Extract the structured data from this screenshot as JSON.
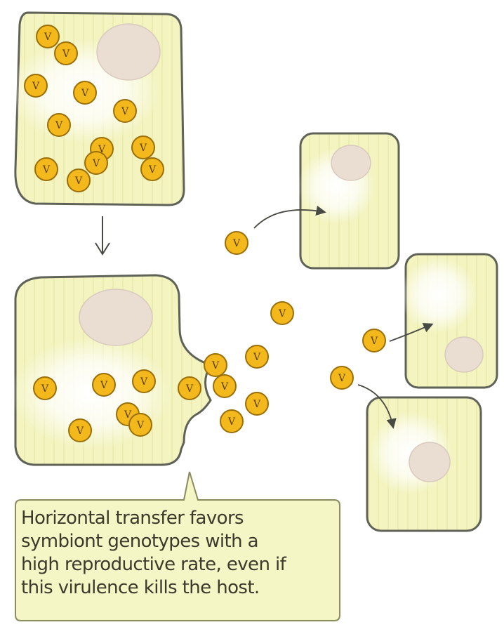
{
  "symbiont_label": "V",
  "callout": {
    "lines": [
      "Horizontal transfer favors",
      "symbiont genotypes with a",
      "high reproductive rate, even if",
      "this virulence kills the host."
    ]
  },
  "colors": {
    "cell_fill": "#f3f4bf",
    "cell_outline": "#5f6257",
    "nucleus": "#eaddd2",
    "symbiont": "#f3b81c",
    "symbiont_outline": "#9a6f08",
    "arrow": "#4a4a44"
  }
}
